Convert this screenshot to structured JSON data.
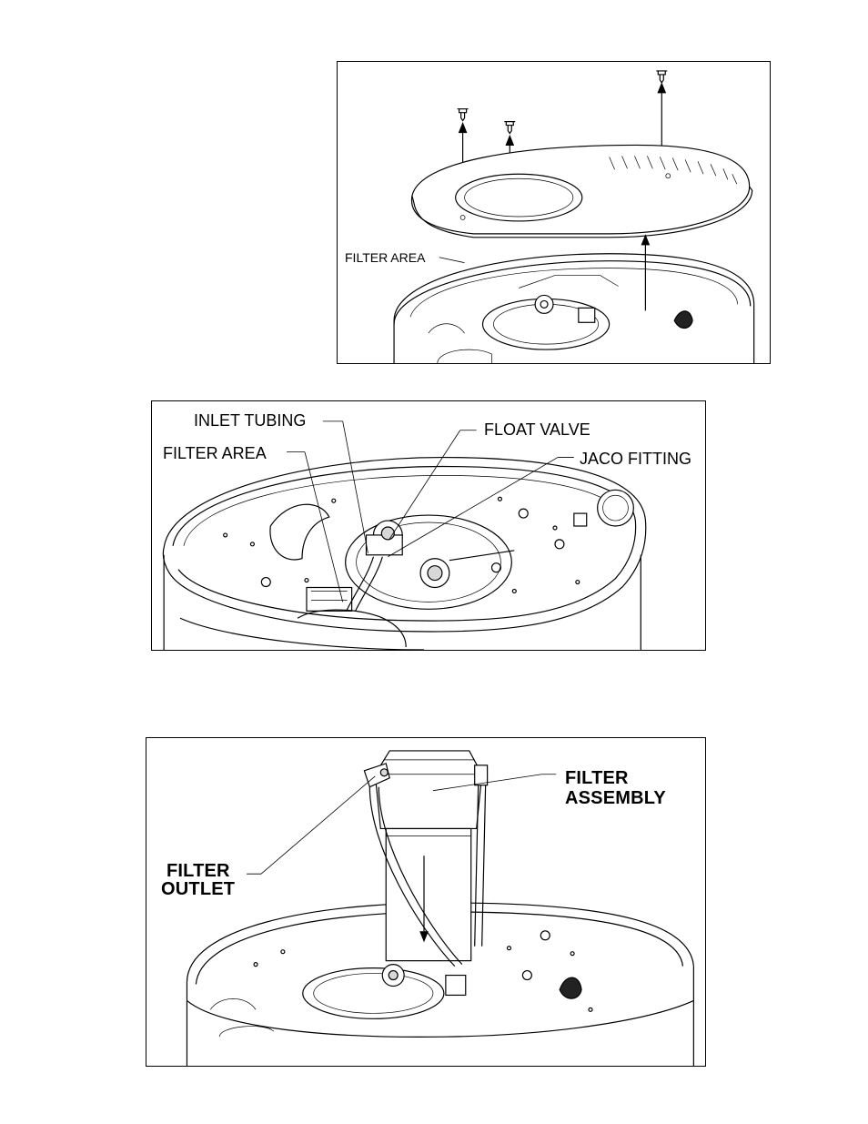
{
  "figures": {
    "exploded_cover": {
      "labels": {
        "filter_area": "FILTER AREA"
      }
    },
    "top_view": {
      "labels": {
        "inlet_tubing": "INLET TUBING",
        "float_valve": "FLOAT VALVE",
        "filter_area": "FILTER AREA",
        "jaco_fitting": "JACO FITTING"
      }
    },
    "filter_install": {
      "labels": {
        "filter_assembly_line1": "FILTER",
        "filter_assembly_line2": "ASSEMBLY",
        "filter_outlet_line1": "FILTER",
        "filter_outlet_line2": "OUTLET"
      }
    }
  },
  "icons": [
    "screw-icon",
    "arrow-icon"
  ]
}
